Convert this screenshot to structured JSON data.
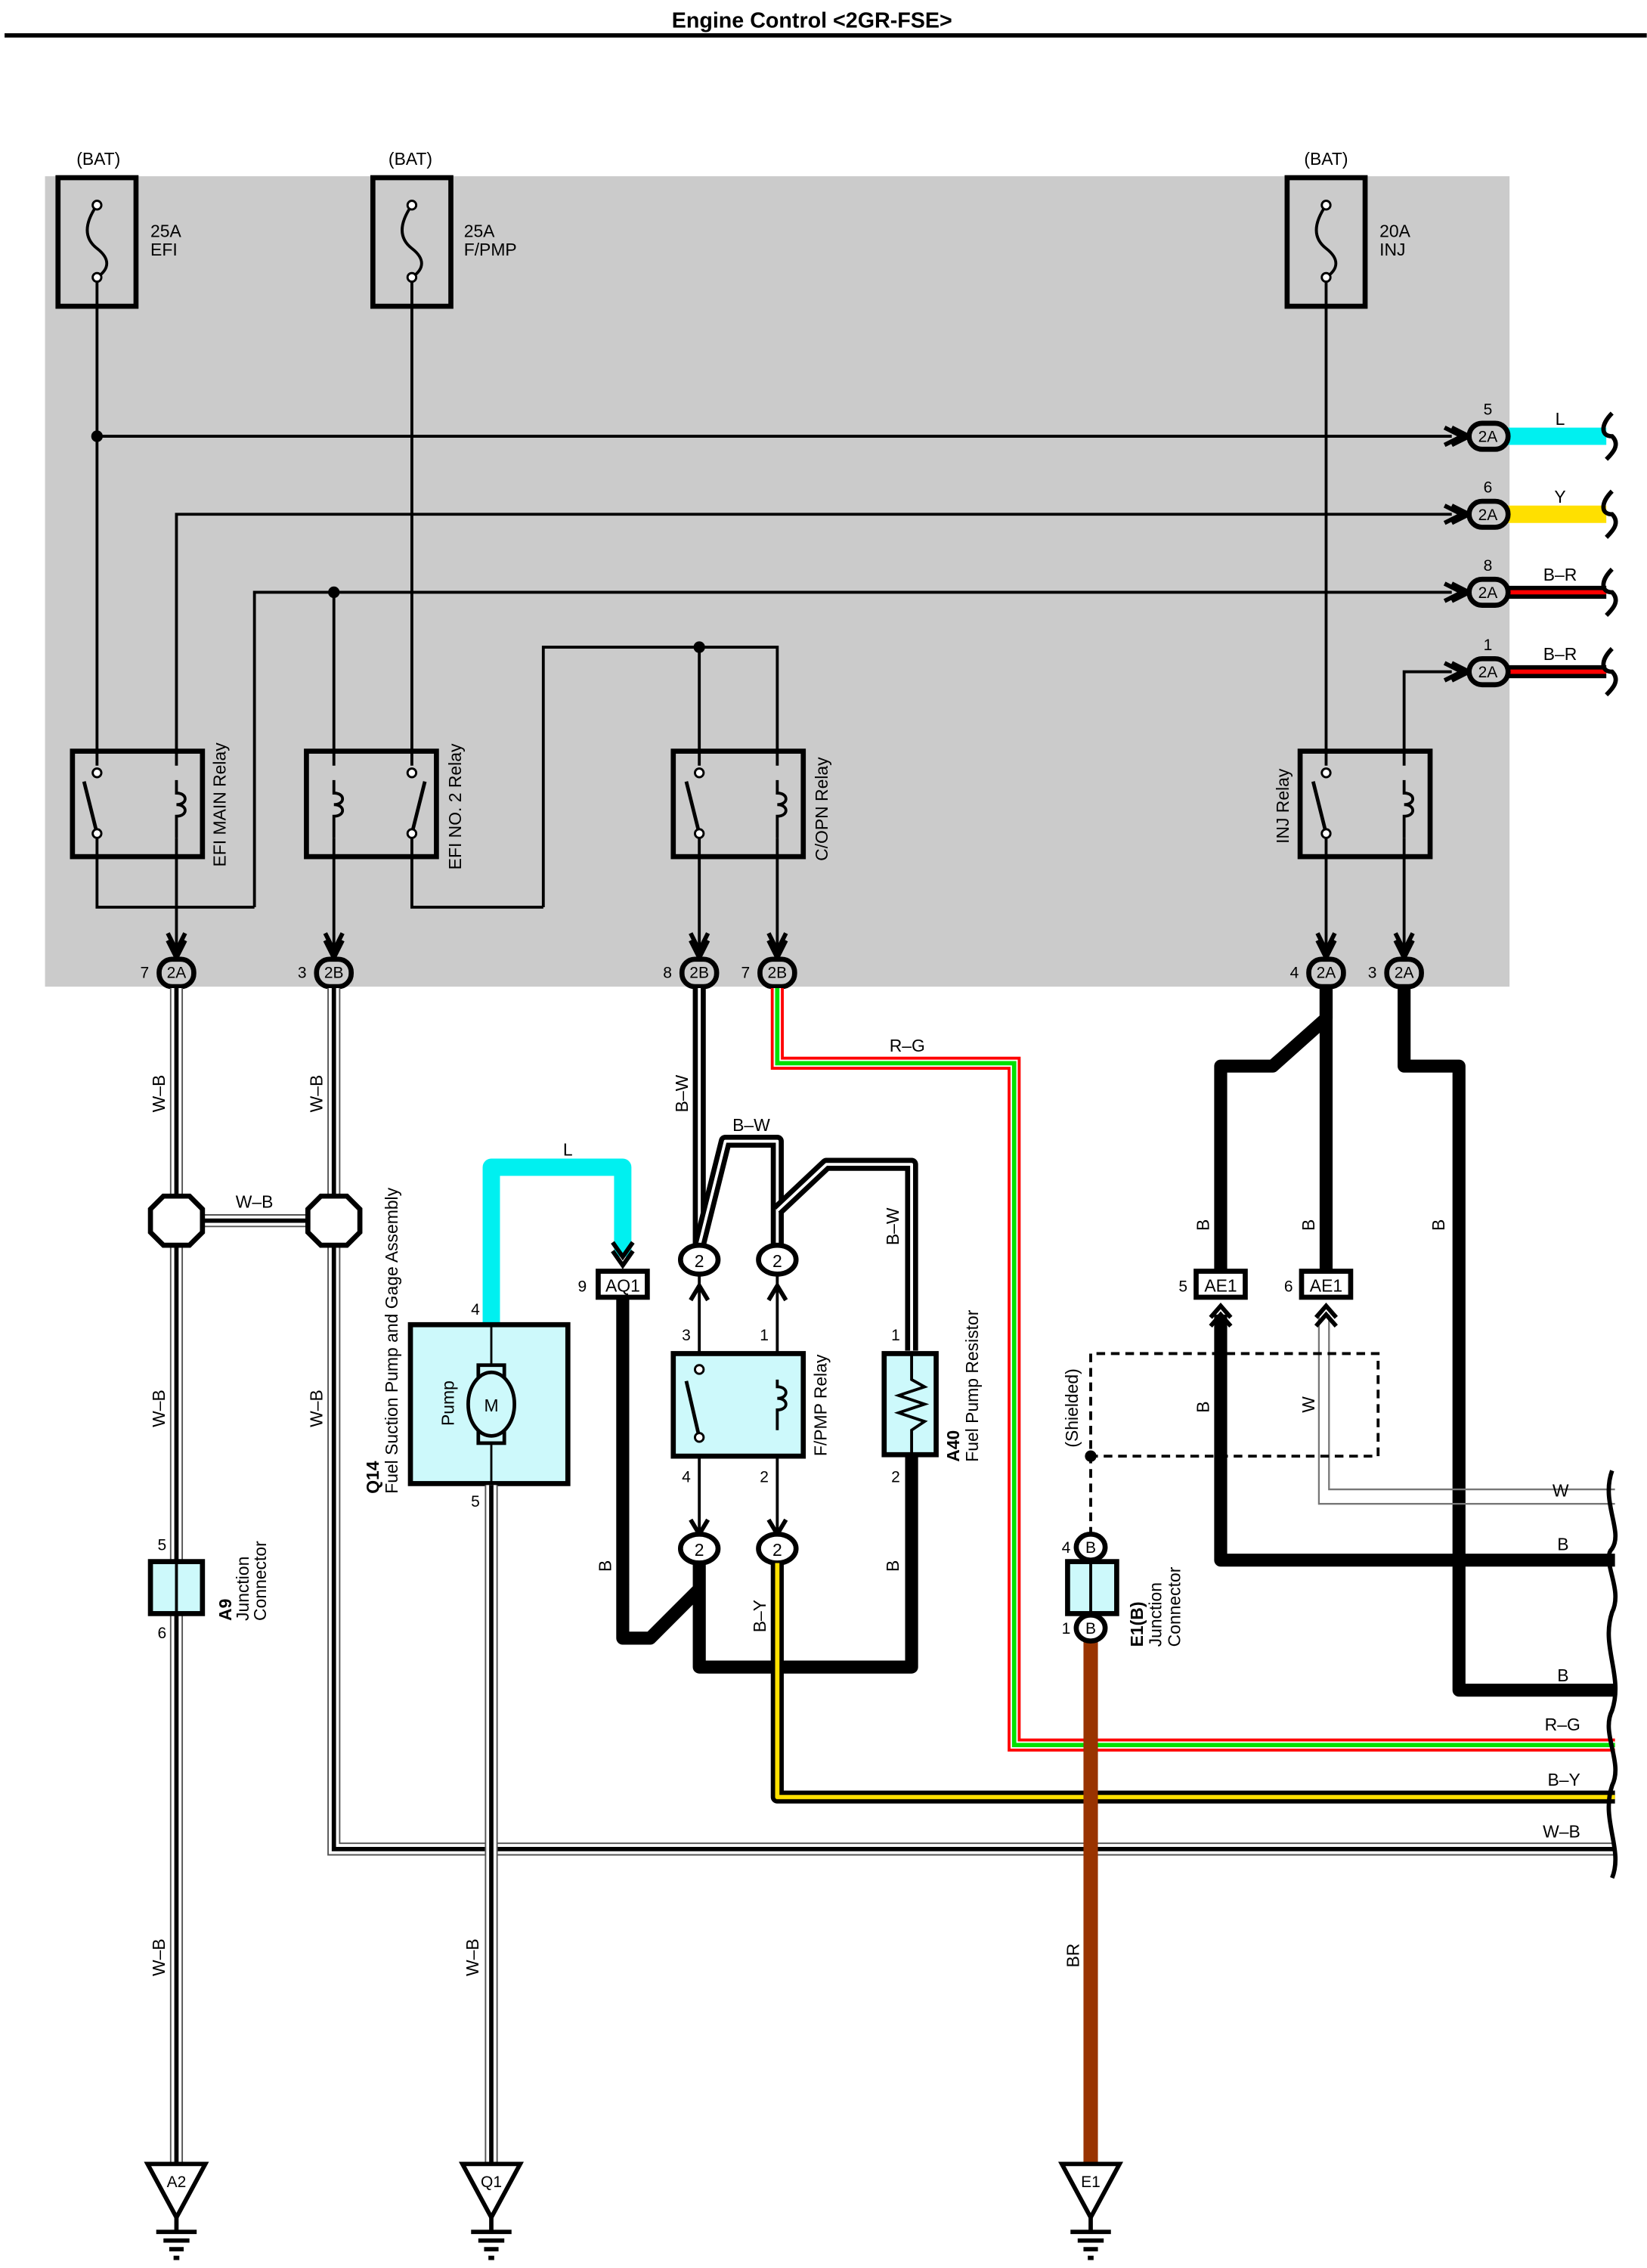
{
  "title": "Engine Control <2GR-FSE>",
  "colors": {
    "junction_block": "#cbcbcb",
    "wire_L": "#00f0f0",
    "wire_Y": "#ffe000",
    "wire_R": "#ff0000",
    "wire_G": "#00e000",
    "wire_BR": "#993300",
    "component_fill": "#cdf9fb"
  },
  "fuses": [
    {
      "source": "(BAT)",
      "rating": "25A",
      "name": "EFI"
    },
    {
      "source": "(BAT)",
      "rating": "25A",
      "name": "F/PMP"
    },
    {
      "source": "(BAT)",
      "rating": "20A",
      "name": "INJ"
    }
  ],
  "relays": [
    {
      "name": "EFI MAIN Relay"
    },
    {
      "name": "EFI NO. 2 Relay"
    },
    {
      "name": "C/OPN Relay"
    },
    {
      "name": "INJ Relay"
    }
  ],
  "right_outputs": [
    {
      "pin": "5",
      "connector": "2A",
      "wire": "L"
    },
    {
      "pin": "6",
      "connector": "2A",
      "wire": "Y"
    },
    {
      "pin": "8",
      "connector": "2A",
      "wire": "B–R"
    },
    {
      "pin": "1",
      "connector": "2A",
      "wire": "B–R"
    }
  ],
  "bottom_connectors": [
    {
      "pin": "7",
      "connector": "2A"
    },
    {
      "pin": "3",
      "connector": "2B"
    },
    {
      "pin": "8",
      "connector": "2B"
    },
    {
      "pin": "7",
      "connector": "2B"
    },
    {
      "pin": "4",
      "connector": "2A"
    },
    {
      "pin": "3",
      "connector": "2A"
    }
  ],
  "wire_labels": {
    "wb": "W–B",
    "bw": "B–W",
    "rg": "R–G",
    "b": "B",
    "w": "W",
    "by": "B–Y",
    "br": "BR",
    "l": "L"
  },
  "components": {
    "q14": {
      "code": "Q14",
      "name": "Fuel Suction Pump and Gage Assembly",
      "inner": "Pump",
      "motor": "M",
      "pin_top": "4",
      "pin_bottom": "5"
    },
    "aq1": {
      "pin": "9",
      "connector": "AQ1"
    },
    "fpmp_relay": {
      "name": "F/PMP Relay",
      "pins": [
        "3",
        "1",
        "4",
        "2"
      ],
      "conn": "2"
    },
    "a40": {
      "code": "A40",
      "name": "Fuel Pump Resistor",
      "pin_top": "1",
      "pin_bottom": "2"
    },
    "a9": {
      "code": "A9",
      "name_line1": "Junction",
      "name_line2": "Connector",
      "pin_top": "5",
      "pin_bottom": "6"
    },
    "ae1": [
      {
        "pin": "5",
        "connector": "AE1"
      },
      {
        "pin": "6",
        "connector": "AE1"
      }
    ],
    "shielded": "(Shielded)",
    "e1b": {
      "code": "E1(B)",
      "name_line1": "Junction",
      "name_line2": "Connector",
      "pin_top": "4",
      "pin_bottom": "1",
      "conn": "B"
    }
  },
  "grounds": [
    {
      "label": "A2"
    },
    {
      "label": "Q1"
    },
    {
      "label": "E1"
    }
  ]
}
